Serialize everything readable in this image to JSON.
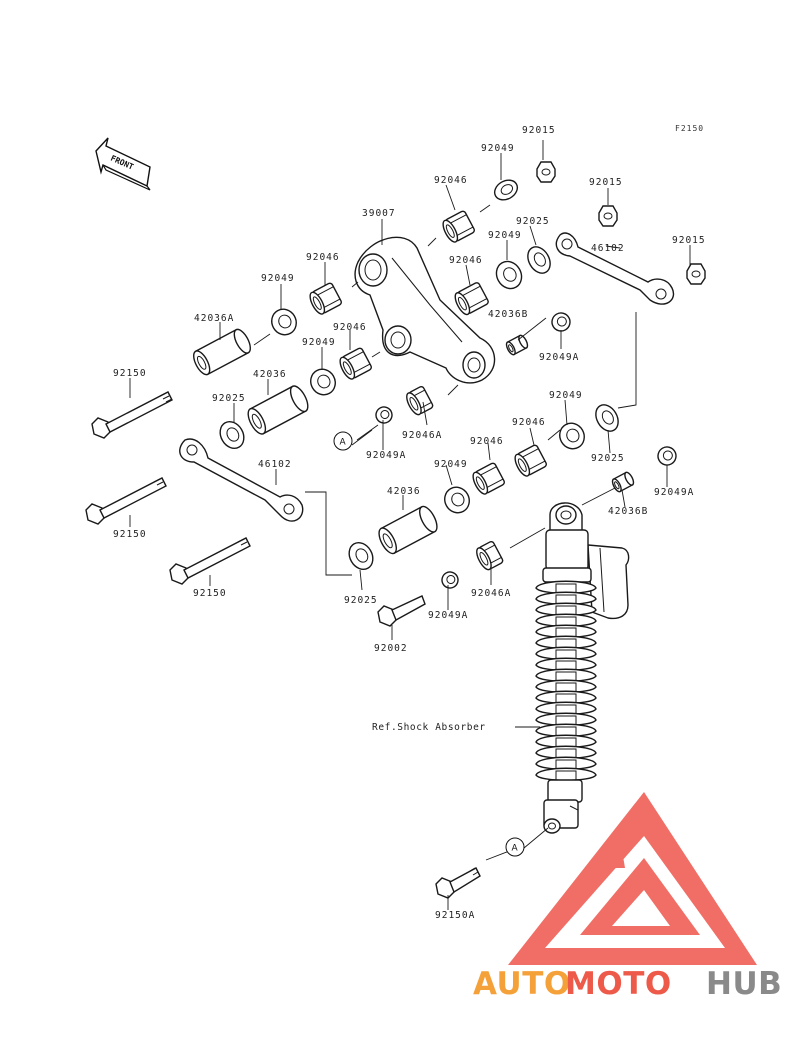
{
  "diagram_code": "F2150",
  "front_label": "FRONT",
  "ref_text": "Ref.Shock Absorber",
  "circle_marker": "A",
  "labels": [
    {
      "id": "l1",
      "text": "92015"
    },
    {
      "id": "l2",
      "text": "92049"
    },
    {
      "id": "l3",
      "text": "92046"
    },
    {
      "id": "l4",
      "text": "39007"
    },
    {
      "id": "l5",
      "text": "92015"
    },
    {
      "id": "l6",
      "text": "92025"
    },
    {
      "id": "l7",
      "text": "92049"
    },
    {
      "id": "l8",
      "text": "46102"
    },
    {
      "id": "l9",
      "text": "92015"
    },
    {
      "id": "l10",
      "text": "92046"
    },
    {
      "id": "l11",
      "text": "92046"
    },
    {
      "id": "l12",
      "text": "92049"
    },
    {
      "id": "l13",
      "text": "42036A"
    },
    {
      "id": "l14",
      "text": "42036B"
    },
    {
      "id": "l15",
      "text": "92046"
    },
    {
      "id": "l16",
      "text": "92049"
    },
    {
      "id": "l17",
      "text": "92049A"
    },
    {
      "id": "l18",
      "text": "92150"
    },
    {
      "id": "l19",
      "text": "42036"
    },
    {
      "id": "l20",
      "text": "92025"
    },
    {
      "id": "l21",
      "text": "92046A"
    },
    {
      "id": "l22",
      "text": "92049"
    },
    {
      "id": "l23",
      "text": "92046"
    },
    {
      "id": "l24",
      "text": "92049A"
    },
    {
      "id": "l25",
      "text": "92046"
    },
    {
      "id": "l26",
      "text": "92049"
    },
    {
      "id": "l27",
      "text": "92025"
    },
    {
      "id": "l28",
      "text": "46102"
    },
    {
      "id": "l29",
      "text": "92049A"
    },
    {
      "id": "l30",
      "text": "42036"
    },
    {
      "id": "l31",
      "text": "42036B"
    },
    {
      "id": "l32",
      "text": "92150"
    },
    {
      "id": "l33",
      "text": "92150"
    },
    {
      "id": "l34",
      "text": "92025"
    },
    {
      "id": "l35",
      "text": "92046A"
    },
    {
      "id": "l36",
      "text": "92049A"
    },
    {
      "id": "l37",
      "text": "92002"
    },
    {
      "id": "l38",
      "text": "92150A"
    }
  ],
  "watermark": {
    "part1": "AUTO",
    "part2": "MOTO",
    "part3": "HUB",
    "color_orange": "#f5a13a",
    "color_red": "#ee5a4a",
    "color_gray": "#8a8a8a",
    "logo_color": "#ef6258"
  }
}
